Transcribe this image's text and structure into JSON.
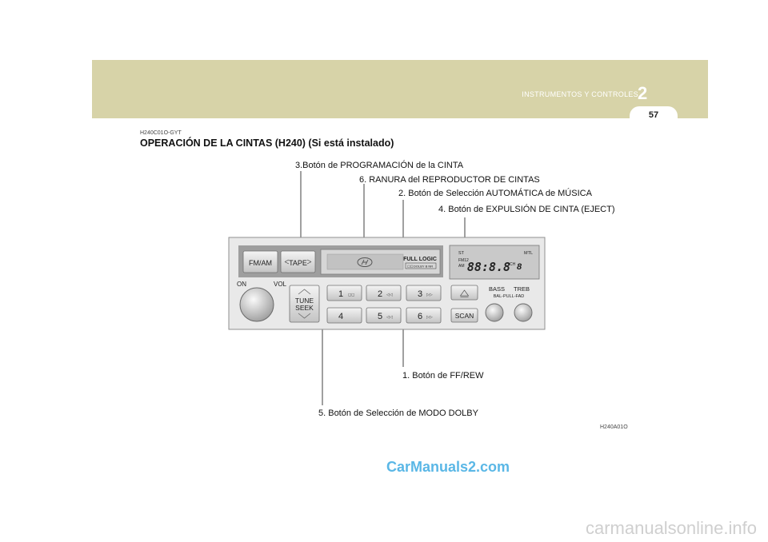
{
  "header": {
    "section_title": "INSTRUMENTOS Y CONTROLES",
    "section_number": "2",
    "page_number": "57"
  },
  "document": {
    "code": "H240C01O-GYT",
    "title": "OPERACIÓN DE LA CINTAS (H240) (Si está instalado)",
    "figure_code": "H240A01O"
  },
  "callouts": {
    "c3": "3.Botón de PROGRAMACIÓN de la CINTA",
    "c6": "6. RANURA del REPRODUCTOR DE CINTAS",
    "c2": "2. Botón de Selección AUTOMÁTICA de MÚSICA",
    "c4": "4. Botón de EXPULSIÓN DE CINTA (EJECT)",
    "c1": "1. Botón de FF/REW",
    "c5": "5. Botón de Selección de MODO DOLBY"
  },
  "radio": {
    "fm_am": "FM/AM",
    "tape": "TAPE",
    "full_logic": "FULL LOGIC",
    "dolby_label": "DOLBY B NR",
    "on": "ON",
    "vol": "VOL",
    "tune": "TUNE",
    "seek": "SEEK",
    "presets": [
      "1",
      "2",
      "3",
      "4",
      "5",
      "6"
    ],
    "scan": "SCAN",
    "bass": "BASS",
    "treb": "TREB",
    "bal_fad": "BAL-PULL-FAD",
    "display": {
      "st": "ST",
      "mtl": "MTL",
      "fm12": "FM12",
      "am": "AM",
      "digits": "88:8.8",
      "ch": "CH",
      "ch_digit": "8"
    }
  },
  "watermarks": {
    "carmanuals": "CarManuals2.com",
    "footer": "carmanualsonline.info"
  }
}
